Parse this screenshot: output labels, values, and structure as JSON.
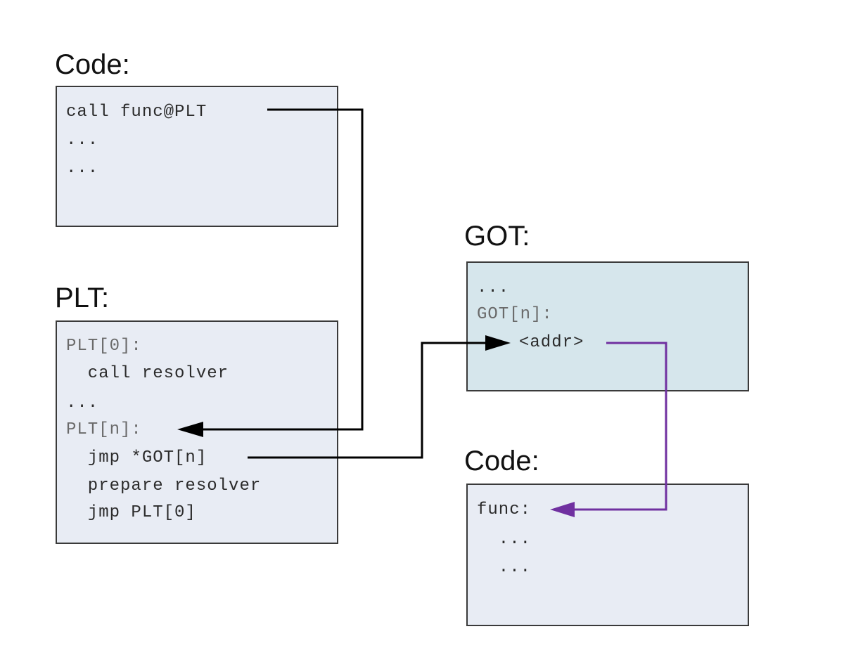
{
  "headings": {
    "code_top": "Code:",
    "plt": "PLT:",
    "got": "GOT:",
    "code_bottom": "Code:"
  },
  "code_top": {
    "lines": [
      "call func@PLT",
      "...",
      "..."
    ]
  },
  "plt": {
    "lines": [
      "PLT[0]:",
      "  call resolver",
      "...",
      "PLT[n]:",
      "  jmp *GOT[n]",
      "  prepare resolver",
      "  jmp PLT[0]"
    ]
  },
  "got": {
    "lines": [
      "...",
      "GOT[n]:",
      "<addr>"
    ]
  },
  "code_bottom": {
    "lines": [
      "func:",
      "  ...",
      "  ..."
    ]
  },
  "colors": {
    "arrow_black": "#000000",
    "arrow_purple": "#7030a0",
    "box_code_fill": "#e8ecf4",
    "box_got_fill": "#d6e6ec",
    "box_border": "#3a3a3a"
  }
}
